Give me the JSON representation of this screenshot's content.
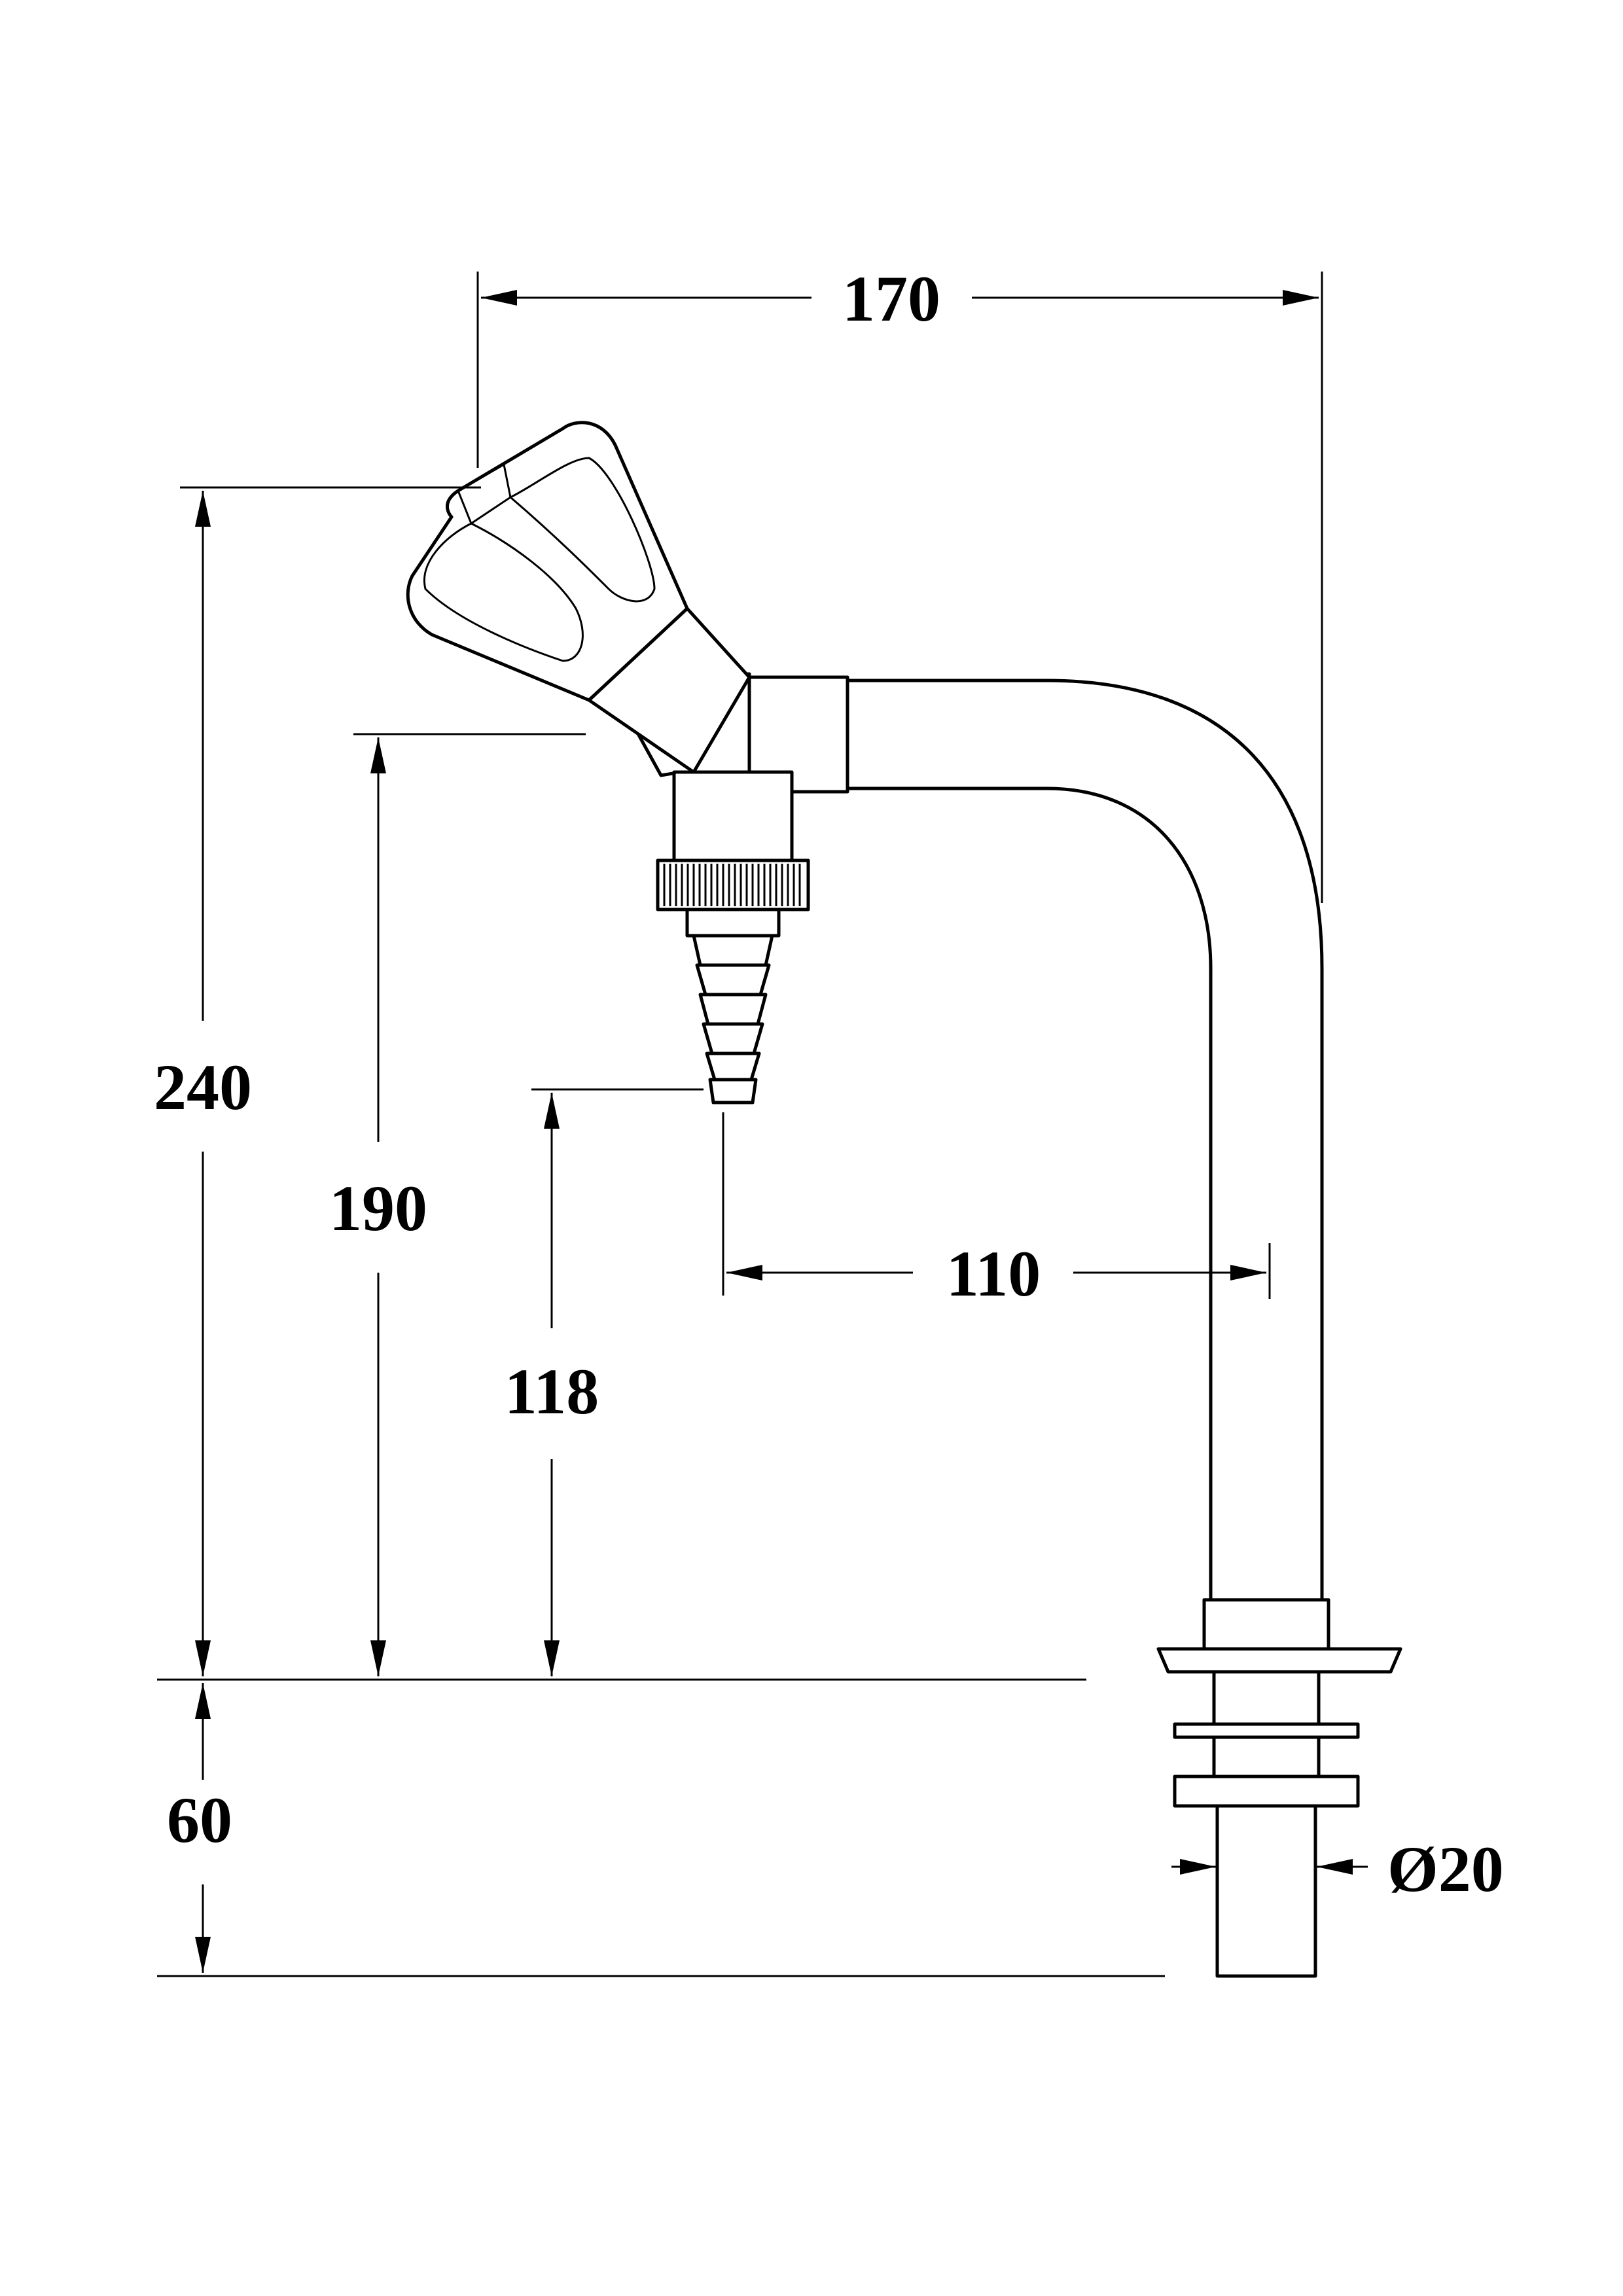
{
  "drawing": {
    "subject": "laboratory bench tap with swan-neck spout and serrated hose nozzle",
    "colors": {
      "line": "#000000",
      "background": "#ffffff"
    }
  },
  "dimensions": {
    "overall_width": "170",
    "overall_height": "240",
    "nozzle_height": "190",
    "nozzle_tip_height": "118",
    "nozzle_to_pipe": "110",
    "shank_length": "60",
    "shank_diameter": "Ø20"
  }
}
